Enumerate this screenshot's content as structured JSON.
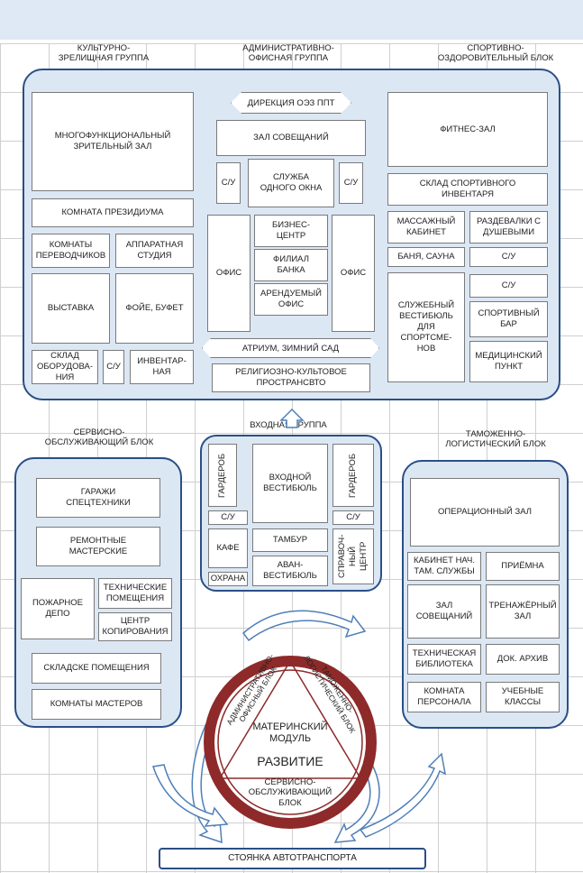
{
  "groups": {
    "cultural": {
      "title": "КУЛЬТУРНО-\nЗРЕЛИЩНАЯ ГРУППА",
      "hall": "МНОГОФУНКЦИОНАЛЬНЫЙ\nЗРИТЕЛЬНЫЙ ЗАЛ",
      "presidium": "КОМНАТА ПРЕЗИДИУМА",
      "translators": "КОМНАТЫ\nПЕРЕВОДЧИКОВ",
      "studio": "АППАРАТНАЯ\nСТУДИЯ",
      "exhibition": "ВЫСТАВКА",
      "foyer": "ФОЙЕ, БУФЕТ",
      "storage": "СКЛАД\nОБОРУДОВА-\nНИЯ",
      "wc": "С/У",
      "inventory": "ИНВЕНТАР-\nНАЯ"
    },
    "admin": {
      "title": "АДМИНИСТРАТИВНО-\nОФИСНАЯ ГРУППА",
      "directorate": "ДИРЕКЦИЯ ОЭЗ ППТ",
      "meeting": "ЗАЛ СОВЕЩАНИЙ",
      "wc_left": "С/У",
      "one_window": "СЛУЖБА\nОДНОГО ОКНА",
      "wc_right": "С/У",
      "office_left": "ОФИС",
      "business": "БИЗНЕС-\nЦЕНТР",
      "bank": "ФИЛИАЛ\nБАНКА",
      "rented": "АРЕНДУЕМЫЙ\nОФИС",
      "office_right": "ОФИС",
      "atrium": "АТРИУМ, ЗИМНИЙ САД",
      "religious": "РЕЛИГИОЗНО-КУЛЬТОВОЕ\nПРОСТРАНСВТО"
    },
    "sport": {
      "title": "СПОРТИВНО-\nОЗДОРОВИТЕЛЬНЫЙ БЛОК",
      "fitness": "ФИТНЕС-ЗАЛ",
      "sport_storage": "СКЛАД СПОРТИВНОГО\nИНВЕНТАРЯ",
      "massage": "МАССАЖНЫЙ\nКАБИНЕТ",
      "changing": "РАЗДЕВАЛКИ С\nДУШЕВЫМИ",
      "sauna": "БАНЯ, САУНА",
      "wc1": "С/У",
      "wc2": "С/У",
      "lobby": "СЛУЖЕБНЫЙ\nВЕСТИБЮЛЬ\nДЛЯ\nСПОРТСМЕ-\nНОВ",
      "bar": "СПОРТИВНЫЙ\nБАР",
      "medical": "МЕДИЦИНСКИЙ\nПУНКТ"
    },
    "service": {
      "title": "СЕРВИСНО-\nОБСЛУЖИВАЮЩИЙ БЛОК",
      "garages": "ГАРАЖИ\nСПЕЦТЕХНИКИ",
      "workshops": "РЕМОНТНЫЕ\nМАСТЕРСКИЕ",
      "fire": "ПОЖАРНОЕ\nДЕПО",
      "technical": "ТЕХНИЧЕСКИЕ\nПОМЕЩЕНИЯ",
      "copy": "ЦЕНТР\nКОПИРОВАНИЯ",
      "warehouse": "СКЛАДСКЕ ПОМЕЩЕНИЯ",
      "masters": "КОМНАТЫ МАСТЕРОВ"
    },
    "entrance": {
      "title": "ВХОДНАЯ ГРУППА",
      "wardrobe_left": "ГАРДЕРОБ",
      "lobby": "ВХОДНОЙ\nВЕСТИБЮЛЬ",
      "wardrobe_right": "ГАРДЕРОБ",
      "wc_left": "С/У",
      "wc_right": "С/У",
      "cafe": "КАФЕ",
      "tambour": "ТАМБУР",
      "info": "СПРАВОЧ-\nНЫЙ\nЦЕНТР",
      "security": "ОХРАНА",
      "avan": "АВАН-\nВЕСТИБЮЛЬ"
    },
    "customs": {
      "title": "ТАМОЖЕННО-\nЛОГИСТИЧЕСКИЙ БЛОК",
      "operations": "ОПЕРАЦИОННЫЙ ЗАЛ",
      "chief": "КАБИНЕТ НАЧ.\nТАМ. СЛУЖБЫ",
      "reception": "ПРИЁМНА",
      "meeting": "ЗАЛ\nСОВЕЩАНИЙ",
      "gym": "ТРЕНАЖЁРНЫЙ\nЗАЛ",
      "library": "ТЕХНИЧЕСКАЯ\nБИБЛИОТЕКА",
      "archive": "ДОК. АРХИВ",
      "staff": "КОМНАТА\nПЕРСОНАЛА",
      "classes": "УЧЕБНЫЕ\nКЛАССЫ"
    }
  },
  "module": {
    "side_left": "АДМИНИСТРАТИВНО-\nОФИСНЫЙ БЛОК",
    "side_right": "ТАМОЖЕННО-\nЛОГИСТИЧЕСКИЙ БЛОК",
    "center": "МАТЕРИНСКИЙ\nМОДУЛЬ",
    "development": "РАЗВИТИЕ",
    "bottom": "СЕРВИСНО-\nОБСЛУЖИВАЮЩИЙ\nБЛОК"
  },
  "parking": "СТОЯНКА АВТОТРАНСПОРТА",
  "colors": {
    "panel_fill": "#dce7f4",
    "panel_border": "#2a4f86",
    "ring": "#8e2a2a",
    "arrow": "#4f7fb8"
  }
}
